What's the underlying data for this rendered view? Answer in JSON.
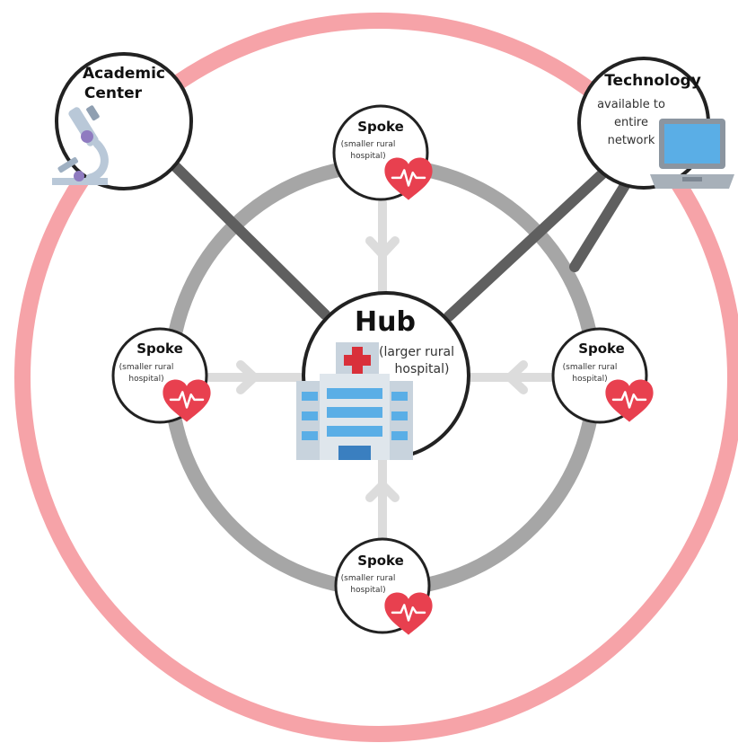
{
  "academic": {
    "title_line1": "Academic",
    "title_line2": "Center",
    "icon": "microscope-icon"
  },
  "technology": {
    "title": "Technology",
    "desc_line1": "available to",
    "desc_line2": "entire",
    "desc_line3": "network",
    "icon": "laptop-icon"
  },
  "hub": {
    "title": "Hub",
    "desc_line1": "(larger rural",
    "desc_line2": "hospital)",
    "icon": "hospital-building-icon"
  },
  "spokes": [
    {
      "title": "Spoke",
      "desc_line1": "(smaller rural",
      "desc_line2": "hospital)",
      "icon": "heart-pulse-icon"
    },
    {
      "title": "Spoke",
      "desc_line1": "(smaller rural",
      "desc_line2": "hospital)",
      "icon": "heart-pulse-icon"
    },
    {
      "title": "Spoke",
      "desc_line1": "(smaller rural",
      "desc_line2": "hospital)",
      "icon": "heart-pulse-icon"
    },
    {
      "title": "Spoke",
      "desc_line1": "(smaller rural",
      "desc_line2": "hospital)",
      "icon": "heart-pulse-icon"
    }
  ],
  "colors": {
    "outer_ring": "#f6a3a8",
    "inner_ring": "#a6a6a6",
    "connector_dark": "#5f5f5f",
    "arrow_light": "#dcdcdc",
    "heart": "#e8404f",
    "hospital_blue": "#5aaee6",
    "hospital_cross": "#d9303a"
  }
}
